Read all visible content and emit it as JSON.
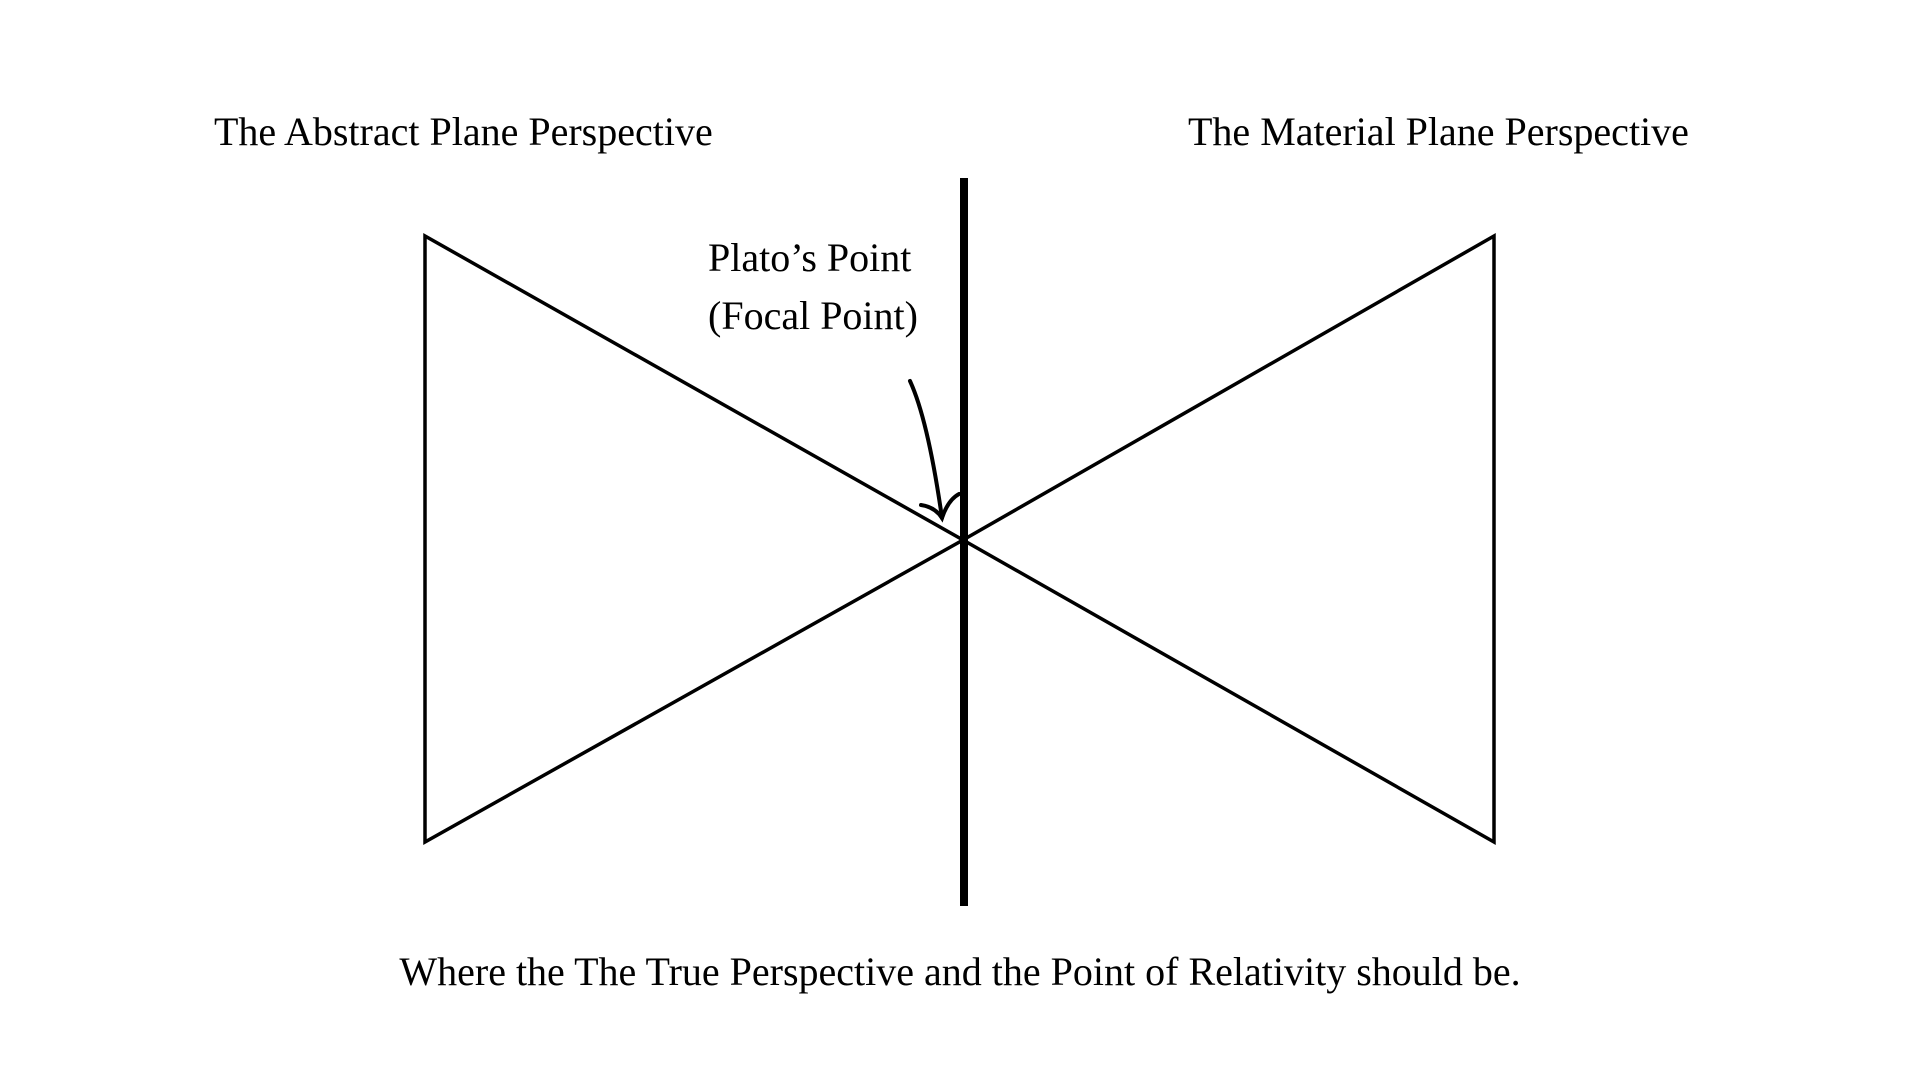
{
  "labels": {
    "left_title": "The Abstract Plane Perspective",
    "right_title": "The Material Plane Perspective",
    "focal_line1": "Plato’s Point",
    "focal_line2": "(Focal Point)",
    "caption": "Where the The True Perspective and the Point of Relativity should be."
  },
  "colors": {
    "stroke": "#000000",
    "background": "#ffffff"
  }
}
